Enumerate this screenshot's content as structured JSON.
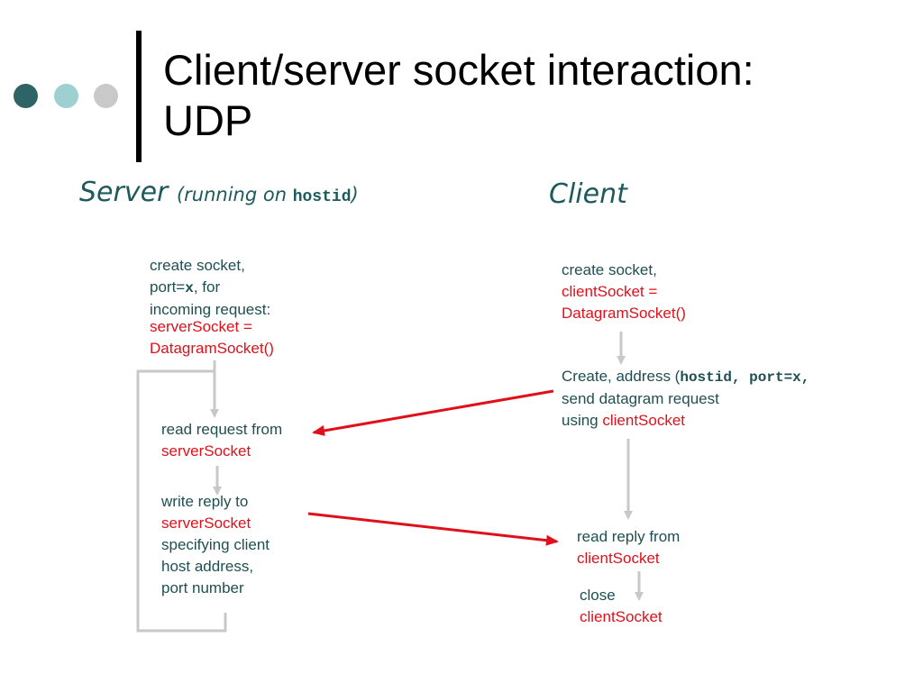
{
  "slide": {
    "title_line1": "Client/server socket interaction:",
    "title_line2": "UDP"
  },
  "server": {
    "heading": "Server",
    "heading_paren_open": "(running on ",
    "heading_host": "hostid",
    "heading_paren_close": ")",
    "create": {
      "line1": "create socket,",
      "line2_prefix": "port=",
      "line2_port": "x",
      "line2_suffix": ", for",
      "line3": "incoming request:",
      "line4": "serverSocket =",
      "line5": "DatagramSocket()"
    },
    "read": {
      "line1": "read request from",
      "line2": "serverSocket"
    },
    "write": {
      "line1": "write reply to",
      "line2": "serverSocket",
      "line3": "specifying client",
      "line4": "host address,",
      "line5": "port number"
    }
  },
  "client": {
    "heading": "Client",
    "create": {
      "line1": "create socket,",
      "line2": "clientSocket =",
      "line3": "DatagramSocket()"
    },
    "send": {
      "line1_prefix": "Create, address (",
      "line1_code": "hostid, port=x,",
      "line2": "send datagram request",
      "line3_prefix": "using ",
      "line3_socket": "clientSocket"
    },
    "read": {
      "line1": "read reply from",
      "line2": "clientSocket"
    },
    "close": {
      "line1": "close",
      "line2": "clientSocket"
    }
  },
  "colors": {
    "text": "#1f4f51",
    "heading": "#1d5a5c",
    "socket_name": "#e0101a",
    "flow_arrow": "#c8c8c8",
    "message_arrow": "#e0101a"
  }
}
